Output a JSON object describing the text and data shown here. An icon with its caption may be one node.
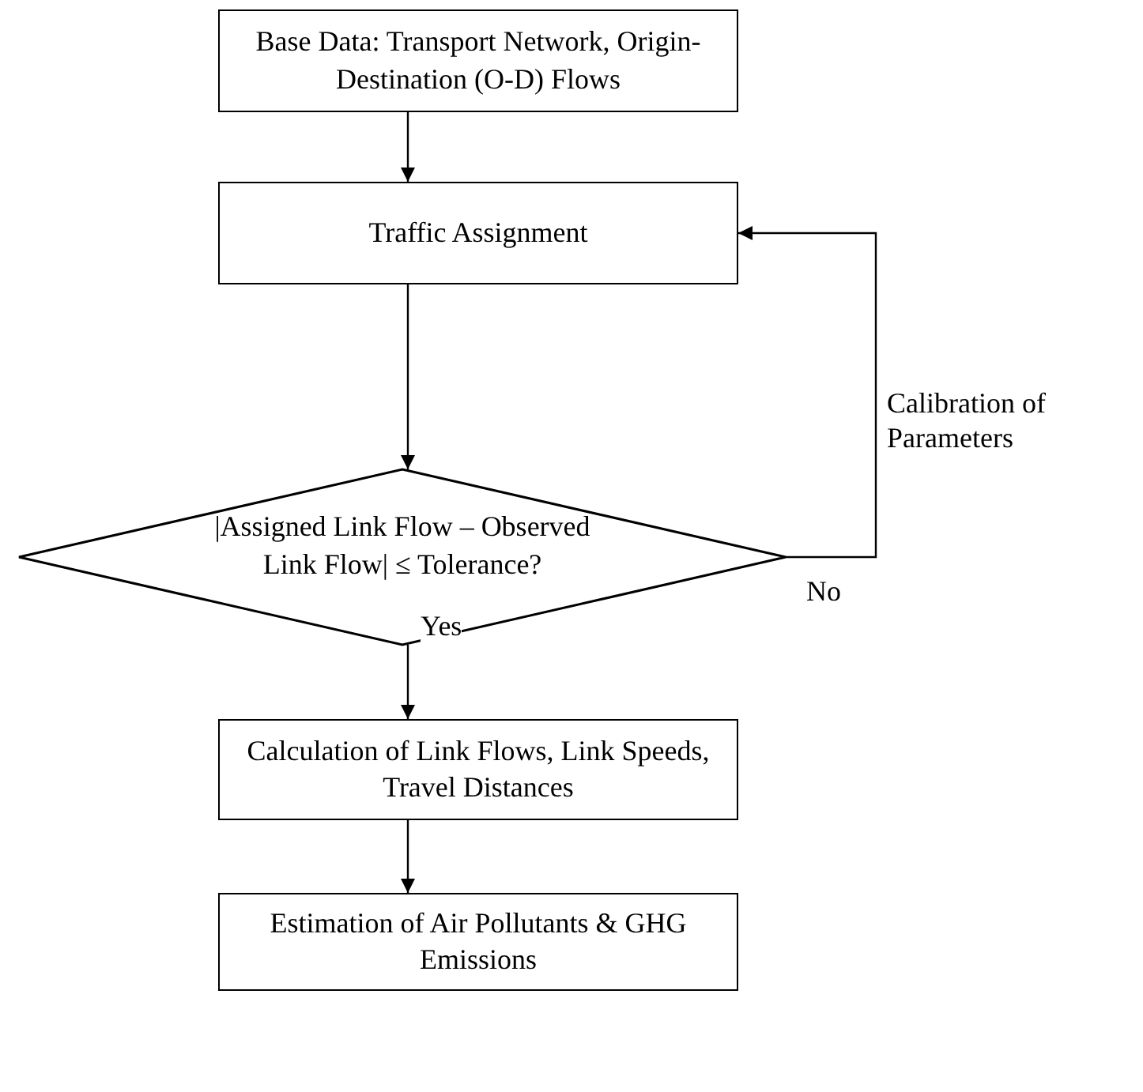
{
  "diagram": {
    "nodes": [
      {
        "text": [
          "Base Data: Transport Network, Origin-Destination (O-D) Flows"
        ]
      },
      {
        "text": [
          "Traffic Assignment"
        ]
      },
      {
        "text": [
          "|Assigned Link Flow – Observed Link Flow| ≤ Tolerance?"
        ]
      },
      {
        "text": [
          "Calculation of Link Flows, Link Speeds, Travel Distances"
        ]
      },
      {
        "text": [
          "Estimation of Air Pollutants & GHG Emissions"
        ]
      }
    ],
    "edges": [
      {
        "from": 0,
        "to": 1,
        "arrow": "to"
      },
      {
        "from": 1,
        "to": 2,
        "arrow": "to"
      },
      {
        "from": 2,
        "to": 3,
        "arrow": "to",
        "label": "Yes"
      },
      {
        "from": 2,
        "to": 1,
        "arrow": "to",
        "label": "No"
      },
      {
        "from": 3,
        "to": 4,
        "arrow": "to"
      }
    ],
    "labels": [
      "Calibration of Parameters"
    ]
  }
}
